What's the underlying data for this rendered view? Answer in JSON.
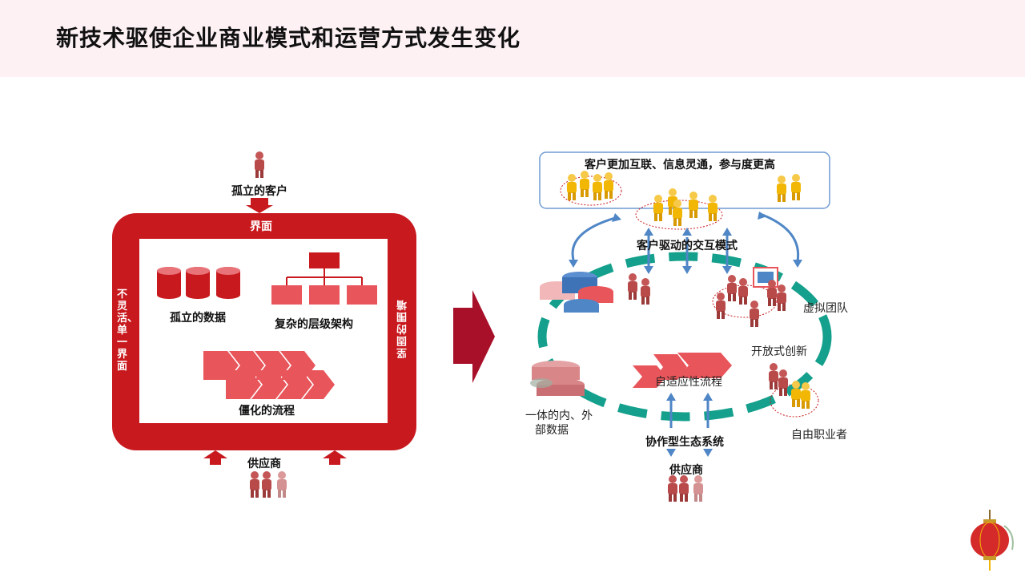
{
  "page": {
    "title": "新技术驱使企业商业模式和运营方式发生变化"
  },
  "left": {
    "customer_label": "孤立的客户",
    "interface_label": "界面",
    "isolated_data_label": "孤立的数据",
    "hierarchy_label": "复杂的层级架构",
    "rigid_process_label": "僵化的流程",
    "left_side_label": "不灵活、单一界面",
    "right_side_label": "坚固的围墙",
    "supplier_label": "供应商"
  },
  "right": {
    "top_box_label": "客户更加互联、信息灵通，参与度更高",
    "interaction_label": "客户驱动的交互模式",
    "virtual_team_label": "虚拟团队",
    "open_innovation_label": "开放式创新",
    "adaptive_process_label": "自适应性流程",
    "integrated_data_label_1": "一体的内、外",
    "integrated_data_label_2": "部数据",
    "freelancer_label": "自由职业者",
    "ecosystem_label": "协作型生态系统",
    "supplier_label": "供应商"
  },
  "colors": {
    "header_bg": "#fdf1f3",
    "frame_red": "#c8191e",
    "shape_red": "#e8555a",
    "arrow_red": "#a8102a",
    "teal": "#14a08c",
    "blue": "#4f86c6",
    "person_red": "#b94a4a",
    "person_yellow": "#f2b705"
  }
}
